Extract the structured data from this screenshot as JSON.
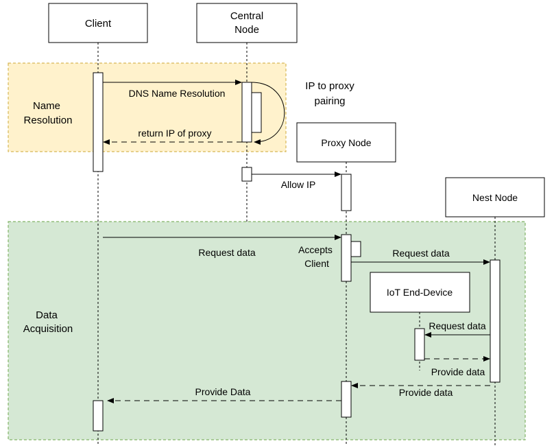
{
  "participants": {
    "client": "Client",
    "central_line1": "Central",
    "central_line2": "Node",
    "proxy": "Proxy Node",
    "nest": "Nest Node",
    "iot": "IoT End-Device"
  },
  "regions": {
    "name_resolution": {
      "line1": "Name",
      "line2": "Resolution",
      "fill": "#fff2cc",
      "stroke": "#d6b656"
    },
    "data_acquisition": {
      "line1": "Data",
      "line2": "Acquisition",
      "fill": "#d5e8d4",
      "stroke": "#82b366"
    }
  },
  "messages": {
    "dns": "DNS Name Resolution",
    "return_ip": "return IP of proxy",
    "pairing_line1": "IP to proxy",
    "pairing_line2": "pairing",
    "allow_ip": "Allow IP",
    "request_data_client": "Request data",
    "accepts_line1": "Accepts",
    "accepts_line2": "Client",
    "request_data_nest": "Request data",
    "request_data_iot": "Request data",
    "provide_data_iot": "Provide data",
    "provide_data_nest": "Provide data",
    "provide_data_client": "Provide Data"
  }
}
